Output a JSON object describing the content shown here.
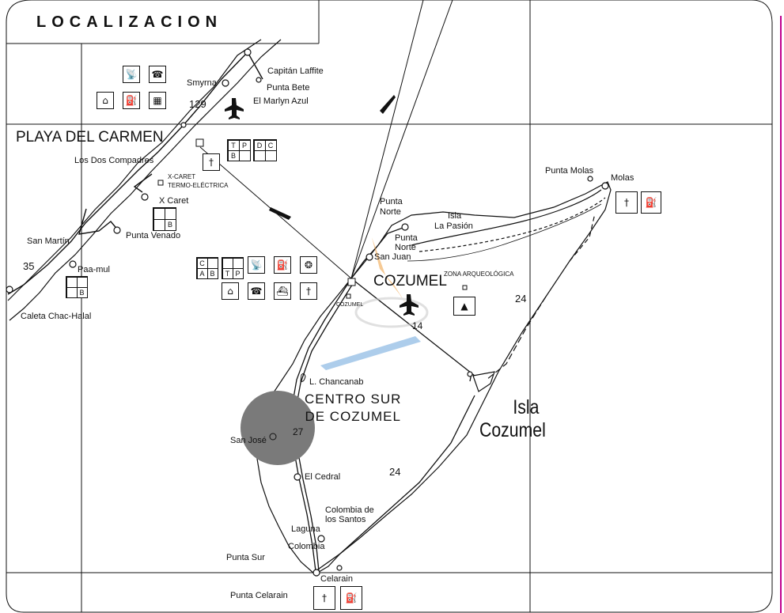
{
  "title": "LOCALIZACION",
  "region_label": {
    "line1": "CENTRO SUR",
    "line2": "DE COZUMEL"
  },
  "island_label": {
    "line1": "Isla",
    "line2": "Cozumel"
  },
  "labels": {
    "playa_del_carmen": "PLAYA DEL CARMEN",
    "cozumel": "COZUMEL",
    "cozumel_small": "COZUMEL",
    "capitan_laffite": "Capitán Laffite",
    "smyrna": "Smyrna",
    "punta_bete": "Punta Bete",
    "el_marlyn_azul": "El Marlyn Azul",
    "los_dos_compadres": "Los Dos Compadres",
    "xcaret_termo_1": "X-CARET",
    "xcaret_termo_2": "TERMO-ELÉCTRICA",
    "xcaret": "X Caret",
    "punta_venado": "Punta Venado",
    "san_martin": "San Martín",
    "paa_mul": "Paa-mul",
    "caleta_chac_halal": "Caleta Chac-Halal",
    "punta_norte": "Punta Norte",
    "punta_norte_2": "Punta Norte",
    "isla_la_pasion_1": "Isla",
    "isla_la_pasion_2": "La Pasión",
    "san_juan": "San Juan",
    "zona_arqueologica": "ZONA ARQUEOLÓGICA",
    "punta_molas": "Punta Molas",
    "molas": "Molas",
    "l_chancanab": "L. Chancanab",
    "san_jose": "San José",
    "el_cedral": "El Cedral",
    "colombia_de_los_santos_1": "Colombia de",
    "colombia_de_los_santos_2": "los Santos",
    "laguna_colombia_1": "Laguna",
    "laguna_colombia_2": "Colombia",
    "punta_sur": "Punta Sur",
    "celarain": "Celarain",
    "punta_celarain": "Punta Celarain"
  },
  "road_numbers": {
    "r129": "129",
    "r35": "35",
    "r14": "14",
    "r24_north": "24",
    "r27": "27",
    "r24_south": "24"
  },
  "service_codes": {
    "tp_top": [
      "T",
      "P"
    ],
    "tp_bottom": "B",
    "dc": [
      "D",
      "C"
    ],
    "xcaret_b": "B",
    "c_ab": [
      "C",
      "A",
      "B"
    ],
    "t_p": [
      "T",
      "P"
    ],
    "paamul_b": "B"
  },
  "icons": [
    "radio-tower-icon",
    "telephone-icon",
    "hotel-icon",
    "gas-station-icon",
    "map-icon",
    "lighthouse-icon",
    "airport-icon",
    "ship-icon",
    "fuel-pump-icon",
    "archaeological-site-icon"
  ],
  "colors": {
    "line": "#111111",
    "highlight_circle": "#7a7a7a",
    "border_magenta": "#c0008f",
    "sea_accent": "#9fc4e8",
    "logo_accent": "#f0a040"
  }
}
